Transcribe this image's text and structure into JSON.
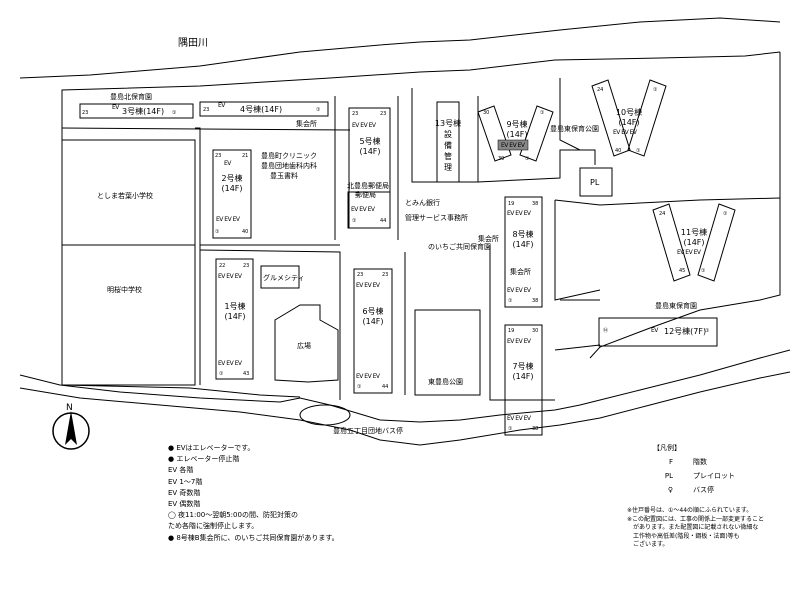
{
  "river": "隅田川",
  "facilities": {
    "kita_hoikuen": "豊島北保育園",
    "shukaijo_4": "集会所",
    "clinic": "豊島町クリニック",
    "kounenkyoku": "豊島団地歯科内科",
    "shoten": "豊玉書料",
    "kita_post": "北豊島郵便局",
    "post_sub": "郵便局",
    "bank": "とみん銀行",
    "kanri": "管理サービス事務所",
    "shukaijo_8a": "集会所",
    "hoikuen_8": "のいちご共同保育園",
    "shukaijo_8b": "集会所",
    "higashi_hoikuen": "豊島東保育園",
    "higashi_park_top": "豊島東保育公園",
    "pl": "PL",
    "gourmet": "グルメシティ",
    "hiroba": "広場",
    "koen": "東豊島公園",
    "school1": "としま若葉小学校",
    "school2": "明桜中学校",
    "bus_stop": "豊島五丁目団地バス停",
    "koen_bus": "東豊島公園"
  },
  "buildings": [
    {
      "id": "b3",
      "title": "3号棟(14F)",
      "ev": "EV",
      "n1": "23",
      "n2": "①"
    },
    {
      "id": "b4",
      "title": "4号棟(14F)",
      "ev": "EV",
      "n1": "23",
      "n2": "①"
    },
    {
      "id": "b2",
      "title": "2号棟\n(14F)",
      "ev_top": "EV",
      "ev_bot": "EV EV EV",
      "n_tl": "23",
      "n_tr": "21",
      "n_bl": "①",
      "n_br": "40"
    },
    {
      "id": "b5",
      "title": "5号棟\n(14F)",
      "ev_top": "EV EV EV",
      "ev_bot": "EV EV EV",
      "n_tl": "23",
      "n_tr": "23",
      "n_bl": "①",
      "n_br": "44"
    },
    {
      "id": "b13",
      "title": "13号棟\n設\n備\n管\n理"
    },
    {
      "id": "b9",
      "title": "9号棟\n(14F)",
      "ev": "EV EV EV",
      "n_tl": "30",
      "n_tr": "①",
      "n_bl": "39",
      "n_br": "①"
    },
    {
      "id": "b10",
      "title": "10号棟\n(14F)",
      "ev": "EV EV EV",
      "n_tl": "24",
      "n_tr": "①",
      "n_bl": "40",
      "n_br": "①"
    },
    {
      "id": "b8",
      "title": "8号棟\n(14F)",
      "ev_top": "EV EV EV",
      "ev_bot": "EV EV EV",
      "n_tl": "19",
      "n_tr": "38",
      "n_bl": "①",
      "n_br": "38"
    },
    {
      "id": "b11",
      "title": "11号棟\n(14F)",
      "ev": "EV EV EV",
      "n_tl": "24",
      "n_tr": "①",
      "n_bl": "45",
      "n_br": "①"
    },
    {
      "id": "b1",
      "title": "1号棟\n(14F)",
      "ev_top": "EV EV EV",
      "ev_bot": "EV EV EV",
      "n_tl": "22",
      "n_tr": "23",
      "n_bl": "①",
      "n_br": "43"
    },
    {
      "id": "b6",
      "title": "6号棟\n(14F)",
      "ev_top": "EV EV EV",
      "ev_bot": "EV EV EV",
      "n_tl": "23",
      "n_tr": "23",
      "n_bl": "①",
      "n_br": "44"
    },
    {
      "id": "b7",
      "title": "7号棟\n(14F)",
      "ev_top": "EV EV EV",
      "ev_bot": "EV EV EV",
      "n_tl": "19",
      "n_tr": "30",
      "n_bl": "①",
      "n_br": "38"
    },
    {
      "id": "b12",
      "title": "12号棟(7F)",
      "ev": "EV",
      "n_l": "⑭",
      "n_r": "①"
    }
  ],
  "legend_left": [
    "● EVはエレベーターです。",
    "● エレベーター停止階",
    "  EV 各階",
    "  EV 1～7階",
    "  EV 奇数階",
    "  EV 偶数階",
    "  ◯ 夜11:00～翌朝5:00の間、防犯対策の",
    "     ため各階に強制停止します。",
    "● 8号棟B集会所に、のいちご共同保育園があります。"
  ],
  "legend_right": {
    "title": "【凡例】",
    "rows": [
      {
        "sym": "F",
        "desc": "階数"
      },
      {
        "sym": "PL",
        "desc": "プレイロット"
      },
      {
        "sym": "♀",
        "desc": "バス停"
      }
    ]
  },
  "notes": "※住戸番号は、①〜44の順にふられています。\n※この配置図には、工事の関係上一部変更すること\n　があります。また配置図に記載されない微細な\n　工作物や高低差(階段・鋼板・法面)等も\n　ございます。",
  "compass": "N",
  "colors": {
    "line": "#000000",
    "bg": "#ffffff"
  }
}
